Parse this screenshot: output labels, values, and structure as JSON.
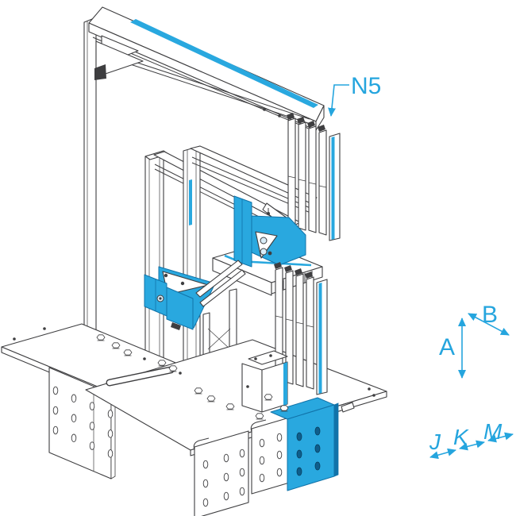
{
  "figure": {
    "kind": "isometric-technical-drawing"
  },
  "labels": {
    "n5": "N5",
    "a": "A",
    "b": "B",
    "j": "J",
    "k": "K",
    "m": "M"
  },
  "colors": {
    "accent_blue": "#29A8DF",
    "deep_blue": "#1173A9",
    "label_blue": "#25A5DE",
    "line": "#3E3E40",
    "hole_navy": "#0E5E8C",
    "background": "#FFFFFF"
  }
}
